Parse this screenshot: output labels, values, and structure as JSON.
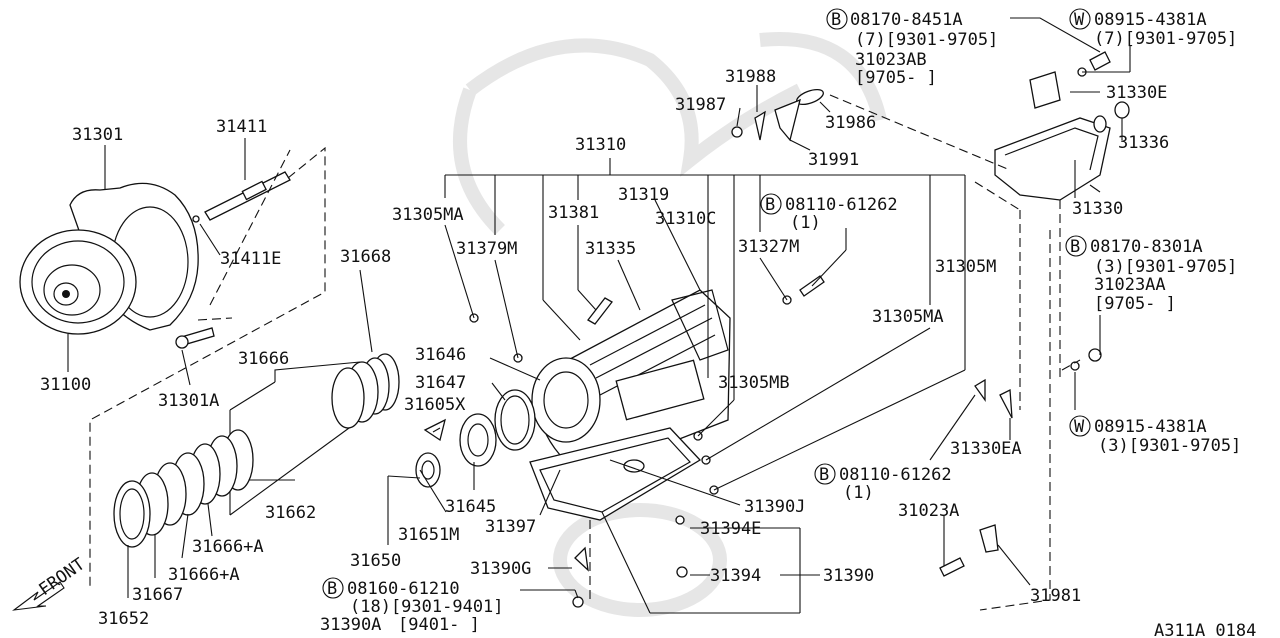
{
  "diagram": {
    "id_code": "A311A 0184",
    "front_label": "FRONT",
    "parts": {
      "p31301": "31301",
      "p31411": "31411",
      "p31411E": "31411E",
      "p31100": "31100",
      "p31301A": "31301A",
      "p31668": "31668",
      "p31666": "31666",
      "p31662": "31662",
      "p31666A_1": "31666+A",
      "p31666A_2": "31666+A",
      "p31667": "31667",
      "p31652": "31652",
      "p31310": "31310",
      "p31319": "31319",
      "p31381": "31381",
      "p31310C": "31310C",
      "p31305MA_1": "31305MA",
      "p31379M": "31379M",
      "p31335": "31335",
      "p31327M": "31327M",
      "p31305M": "31305M",
      "p31305MA_2": "31305MA",
      "p31305MB": "31305MB",
      "p31646": "31646",
      "p31647": "31647",
      "p31605X": "31605X",
      "p31645": "31645",
      "p31651M": "31651M",
      "p31650": "31650",
      "p31397": "31397",
      "p31390J": "31390J",
      "p31394E": "31394E",
      "p31394": "31394",
      "p31390": "31390",
      "p31390G": "31390G",
      "p31988": "31988",
      "p31987": "31987",
      "p31986": "31986",
      "p31991": "31991",
      "p31330E": "31330E",
      "p31336": "31336",
      "p31330": "31330",
      "p31330EA": "31330EA",
      "p31023A": "31023A",
      "p31981": "31981"
    },
    "callouts": {
      "b1": {
        "circle": "B",
        "number": "08170-8451A",
        "qty_line": "(7)[9301-9705]",
        "alt_part": "31023AB",
        "alt_range": "[9705-    ]"
      },
      "w1": {
        "circle": "W",
        "number": "08915-4381A",
        "qty_line": "(7)[9301-9705]"
      },
      "b2": {
        "circle": "B",
        "number": "08110-61262",
        "qty_line": "(1)"
      },
      "b3": {
        "circle": "B",
        "number": "08170-8301A",
        "qty_line": "(3)[9301-9705]",
        "alt_part": "31023AA",
        "alt_range": "[9705-    ]"
      },
      "w2": {
        "circle": "W",
        "number": "08915-4381A",
        "qty_line": "(3)[9301-9705]"
      },
      "b4": {
        "circle": "B",
        "number": "08110-61262",
        "qty_line": "(1)"
      },
      "b5": {
        "circle": "B",
        "number": "08160-61210",
        "qty_line": "(18)[9301-9401]",
        "alt_part": "31390A",
        "alt_range": "[9401-    ]"
      }
    }
  }
}
